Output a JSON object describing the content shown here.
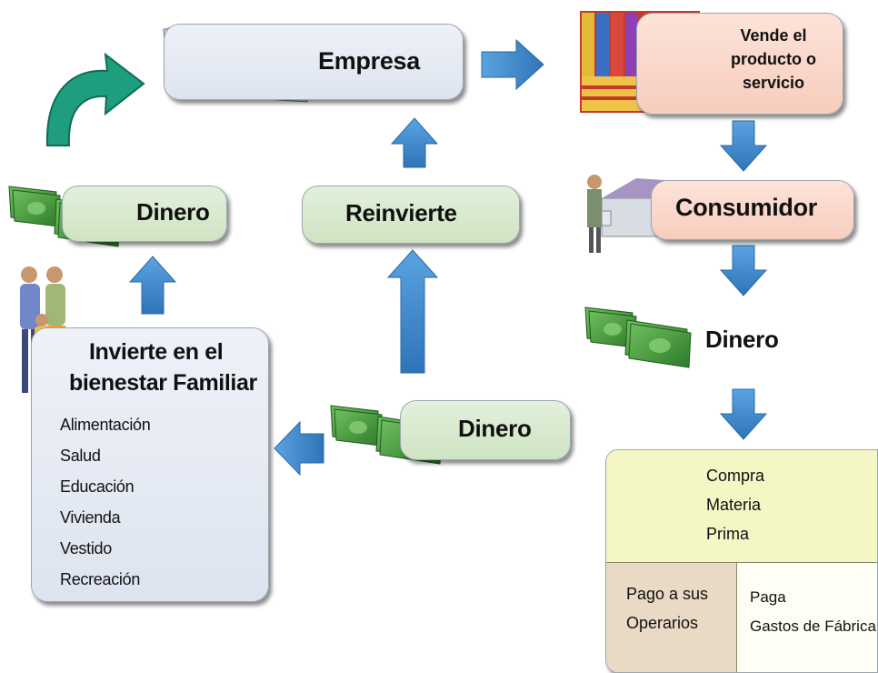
{
  "colors": {
    "arrow_blue": "#3f86c8",
    "arrow_teal": "#1f9e7f",
    "box_blue": "#e6ebf4",
    "box_green": "#d7e9cc",
    "box_pink": "#fad6c8",
    "box_yellow": "#f4f6c4",
    "box_tan": "#e9dac6",
    "money_green": "#3e8f3a",
    "text": "#111111"
  },
  "icons": [
    "store-icon",
    "fabric-vendor-icon",
    "shopper-icon",
    "family-icon",
    "money-stack-icon"
  ],
  "nodes": {
    "empresa": "Empresa",
    "vende": [
      "Vende el",
      "producto o",
      "servicio"
    ],
    "consumidor": "Consumidor",
    "dinero_right": "Dinero",
    "dinero_left": "Dinero",
    "reinvierte": "Reinvierte",
    "dinero_middle": "Dinero",
    "invierte_title": [
      "Invierte en el",
      "bienestar Familiar"
    ],
    "invierte_items": [
      "Alimentación",
      "Salud",
      "Educación",
      "Vivienda",
      "Vestido",
      "Recreación"
    ],
    "compra": [
      "Compra",
      "Materia",
      "Prima"
    ],
    "pago": [
      "Pago a sus",
      "Operarios"
    ],
    "paga": [
      "Paga",
      "Gastos de Fábrica"
    ]
  }
}
